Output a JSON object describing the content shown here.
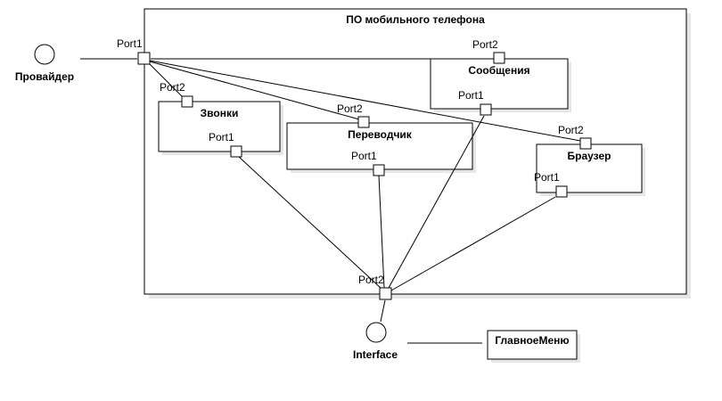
{
  "system": {
    "title": "ПО мобильного телефона"
  },
  "provider": {
    "label": "Провайдер"
  },
  "interface": {
    "label": "Interface"
  },
  "main_menu": {
    "label": "ГлавноеМеню"
  },
  "components": {
    "calls": {
      "label": "Звонки"
    },
    "translator": {
      "label": "Переводчик"
    },
    "messages": {
      "label": "Сообщения"
    },
    "browser": {
      "label": "Браузер"
    }
  },
  "ports": {
    "system_port1": "Port1",
    "system_port2": "Port2",
    "calls_port1": "Port1",
    "calls_port2": "Port2",
    "translator_port1": "Port1",
    "translator_port2": "Port2",
    "messages_port1": "Port1",
    "messages_port2": "Port2",
    "browser_port1": "Port1",
    "browser_port2": "Port2"
  }
}
